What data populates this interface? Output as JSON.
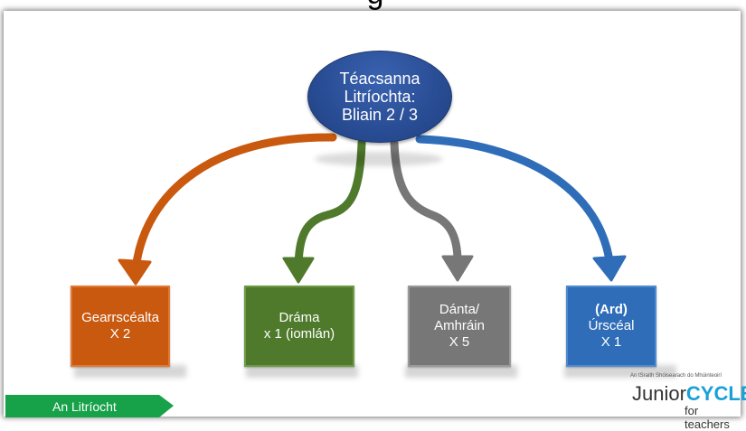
{
  "title_partial": "g",
  "center_node": {
    "line1": "Téacsanna",
    "line2": "Litríochta:",
    "line3": "Bliain 2 / 3"
  },
  "boxes": [
    {
      "line1": "Gearrscéalta",
      "line2": "X 2",
      "color": "#c9590e"
    },
    {
      "line1": "Dráma",
      "line2": "x 1 (iomlán)",
      "color": "#4f7a2c"
    },
    {
      "line1": "Dánta/",
      "line2": "Amhráin",
      "line3": "X 5",
      "color": "#777777"
    },
    {
      "line1": "(Ard)",
      "line2": "Úrscéal",
      "line3": "X 1",
      "color": "#2f6db8"
    }
  ],
  "arrow_colors": [
    "#c9590e",
    "#4f7a2c",
    "#777777",
    "#2f6db8"
  ],
  "section_label": {
    "text": "An Litríocht",
    "color": "#17a24a"
  },
  "logo": {
    "tagline": "An tSraith Shóisearach do Mhúinteoirí",
    "junior": "Junior",
    "cycle": "CYCLE",
    "teachers": "for teachers"
  }
}
